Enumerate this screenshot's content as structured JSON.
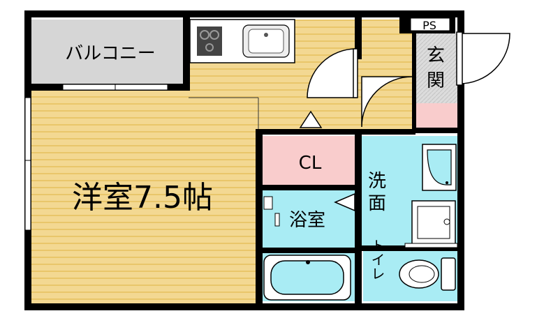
{
  "rooms": {
    "balcony": "バルコニー",
    "western_room": "洋室7.5帖",
    "closet": "CL",
    "bath": "浴室",
    "washroom_line1": "洗",
    "washroom_line2": "面",
    "toilet": "トイレ",
    "entrance_line1": "玄",
    "entrance_line2": "関",
    "pipe_space": "PS"
  },
  "colors": {
    "wall": "#000000",
    "floor_wood": "#f3d892",
    "floor_stripe": "#e9c66a",
    "wet_area": "#a9ecf4",
    "closet": "#f9cccc",
    "balcony": "#d6d6d6",
    "entrance": "#dcdcdc"
  }
}
